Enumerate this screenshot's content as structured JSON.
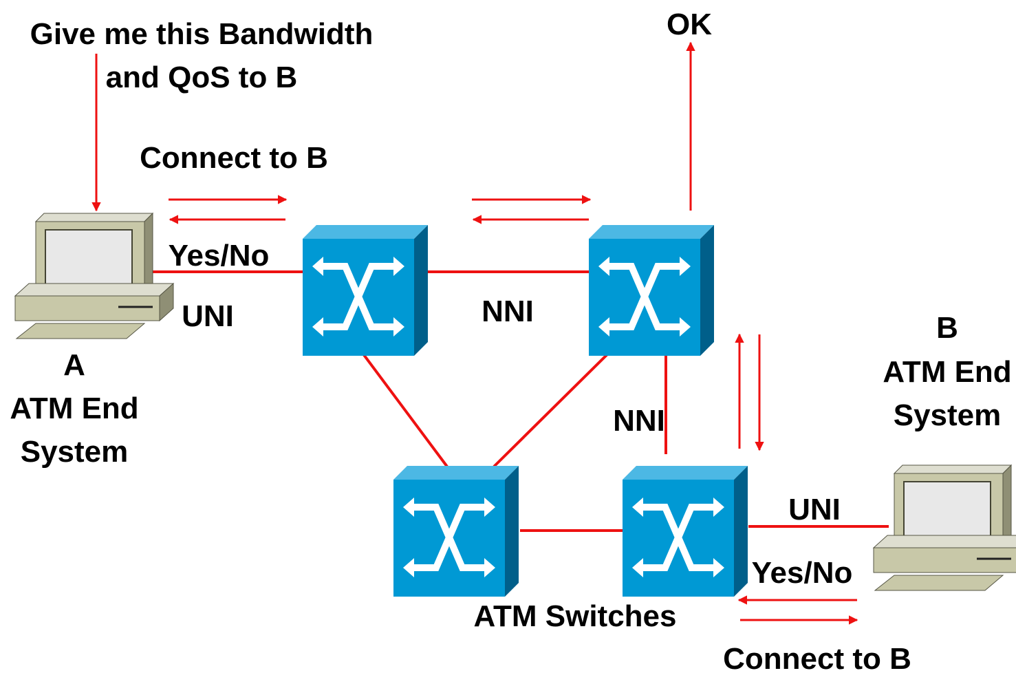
{
  "labels": {
    "request_line1": "Give me this Bandwidth",
    "request_line2": "and QoS to B",
    "connect_top": "Connect to B",
    "yesno_left": "Yes/No",
    "uni_left": "UNI",
    "nni_top": "NNI",
    "ok": "OK",
    "nni_right": "NNI",
    "endsys_a_line1": "A",
    "endsys_a_line2": "ATM End",
    "endsys_a_line3": "System",
    "endsys_b_line1": "B",
    "endsys_b_line2": "ATM End",
    "endsys_b_line3": "System",
    "uni_right": "UNI",
    "yesno_right": "Yes/No",
    "switches_caption": "ATM Switches",
    "connect_bottom": "Connect to B"
  },
  "colors": {
    "link": "#ee1111",
    "switch_front": "#0099d4",
    "switch_top": "#4cb8e4",
    "switch_side": "#005f8a",
    "computer_body": "#c8c8a8",
    "computer_shadow": "#8f8f75",
    "screen": "#e8e8e8"
  },
  "icons": [
    "workstation-icon",
    "atm-switch-icon"
  ]
}
